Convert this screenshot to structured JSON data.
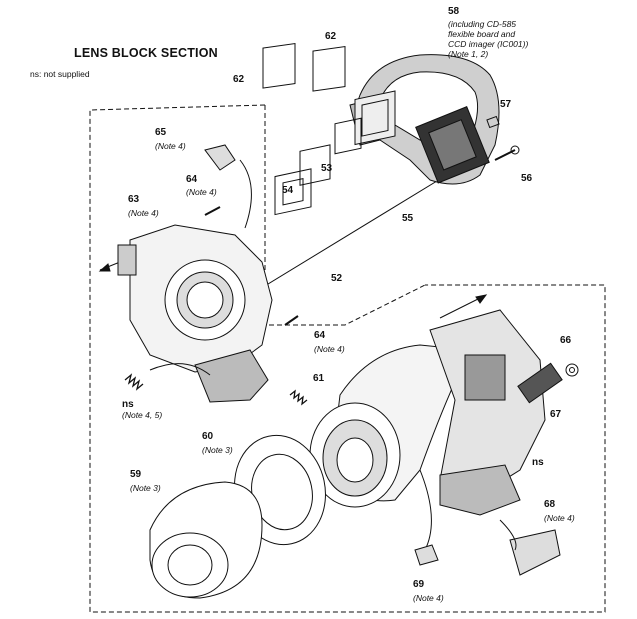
{
  "title": "LENS BLOCK SECTION",
  "subnote": "ns: not supplied",
  "parts": {
    "p52": "52",
    "p53": "53",
    "p54": "54",
    "p55": "55",
    "p56": "56",
    "p57": "57",
    "p58": "58",
    "p58_desc": [
      "(including CD-585",
      "flexible board and",
      "CCD imager (IC001))",
      "(Note 1, 2)"
    ],
    "p59": "59",
    "p59_note": "(Note 3)",
    "p60": "60",
    "p60_note": "(Note 3)",
    "p61": "61",
    "p62a": "62",
    "p62b": "62",
    "p63": "63",
    "p63_note": "(Note 4)",
    "p64a": "64",
    "p64a_note": "(Note 4)",
    "p64b": "64",
    "p64b_note": "(Note 4)",
    "p65": "65",
    "p65_note": "(Note 4)",
    "p66": "66",
    "p67": "67",
    "p68": "68",
    "p68_note": "(Note 4)",
    "p69": "69",
    "p69_note": "(Note 4)",
    "ns_left": "ns",
    "ns_left_note": "(Note 4, 5)",
    "ns_right": "ns"
  }
}
